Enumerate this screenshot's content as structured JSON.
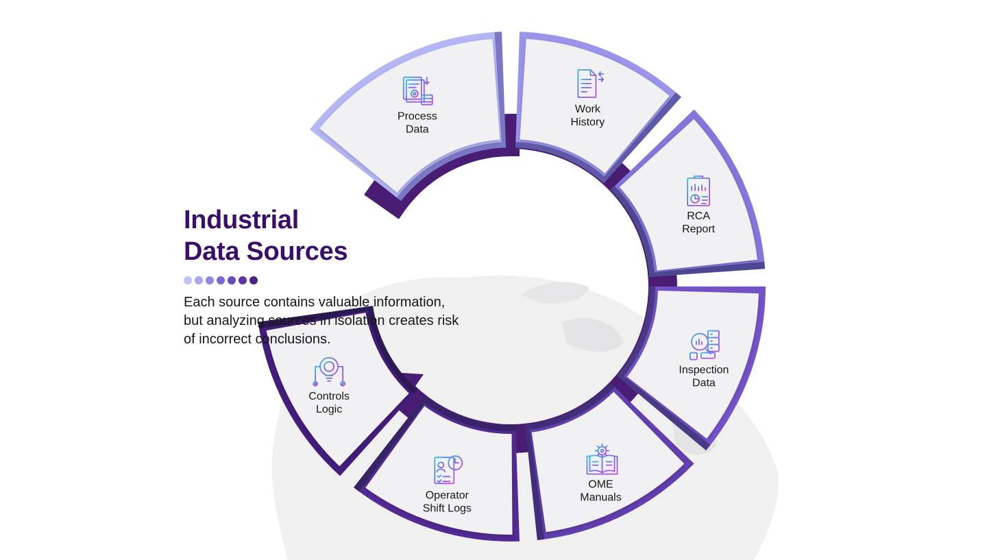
{
  "title": {
    "line1": "Industrial",
    "line2": "Data Sources"
  },
  "description": {
    "line1": "Each source contains valuable information,",
    "line2": "but analyzing sources in isolation creates risk",
    "line3": "of incorrect conclusions."
  },
  "dot_colors": [
    "#c1c3f5",
    "#a9a6ee",
    "#9387e2",
    "#7d66d2",
    "#6a4cbd",
    "#5a35a3",
    "#4b2387"
  ],
  "segments": [
    {
      "line1": "Process",
      "line2": "Data",
      "icon": "process-data-icon",
      "color": "#b4b7f4",
      "edge": "#7a77c4"
    },
    {
      "line1": "Work",
      "line2": "History",
      "icon": "document-transfer-icon",
      "color": "#9a95ea",
      "edge": "#5e5aa8"
    },
    {
      "line1": "RCA",
      "line2": "Report",
      "icon": "clipboard-chart-icon",
      "color": "#8576db",
      "edge": "#4d4892"
    },
    {
      "line1": "Inspection",
      "line2": "Data",
      "icon": "magnifier-database-icon",
      "color": "#7452c8",
      "edge": "#483a85"
    },
    {
      "line1": "OME",
      "line2": "Manuals",
      "icon": "gear-book-icon",
      "color": "#633eb0",
      "edge": "#3f2f78"
    },
    {
      "line1": "Operator",
      "line2": "Shift Logs",
      "icon": "user-log-icon",
      "color": "#522a94",
      "edge": "#362466"
    },
    {
      "line1": "Controls",
      "line2": "Logic",
      "icon": "bulb-gear-icon",
      "color": "#431d7c",
      "edge": "#2b1a52"
    }
  ],
  "cycle_color": "#4a1d74",
  "card_color": "#f1f1f3"
}
